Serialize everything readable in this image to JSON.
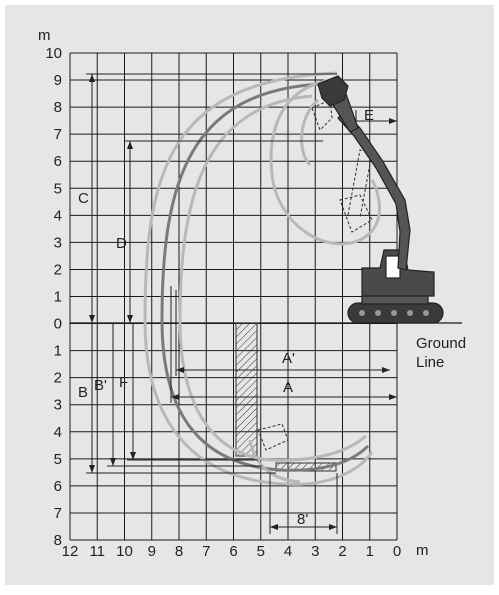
{
  "diagram": {
    "unit_y": "m",
    "unit_x": "m",
    "y_ticks_above": [
      "10",
      "9",
      "8",
      "7",
      "6",
      "5",
      "4",
      "3",
      "2",
      "1",
      "0"
    ],
    "y_ticks_below": [
      "1",
      "2",
      "3",
      "4",
      "5",
      "6",
      "7",
      "8"
    ],
    "x_ticks": [
      "12",
      "11",
      "10",
      "9",
      "8",
      "7",
      "6",
      "5",
      "4",
      "3",
      "2",
      "1",
      "0"
    ],
    "labels": {
      "A": "A",
      "A_prime": "A'",
      "B": "B",
      "B_prime": "B'",
      "C": "C",
      "D": "D",
      "E": "E",
      "F": "F",
      "eight_prime": "8'",
      "ground_line_1": "Ground",
      "ground_line_2": "Line"
    },
    "colors": {
      "panel_bg": "#e6e6e6",
      "grid": "#1a1a1a",
      "arc_dark": "#7a7a7a",
      "arc_light": "#b8b8b8",
      "machine": "#3a3a3a"
    }
  }
}
